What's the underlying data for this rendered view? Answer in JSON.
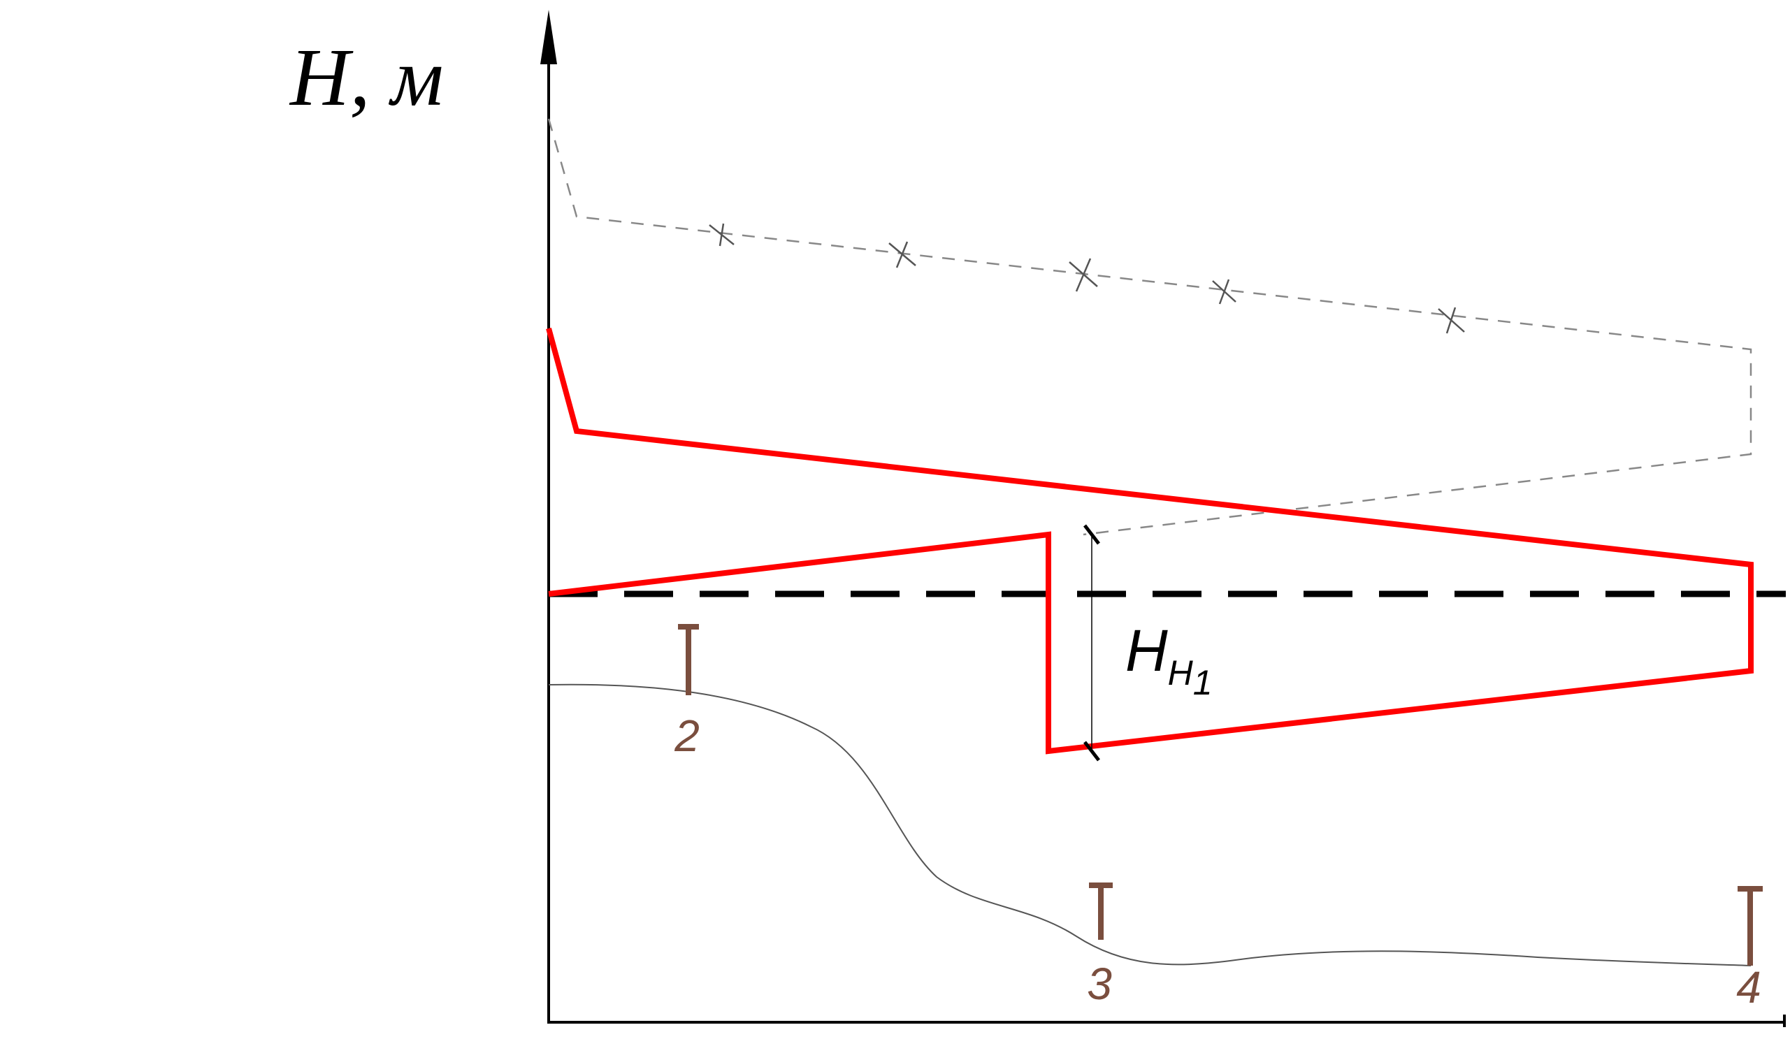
{
  "axis": {
    "y_title": "H, м"
  },
  "annotations": {
    "head_symbol": "H",
    "head_subscript": "Н",
    "head_subsubscript": "1"
  },
  "wells": [
    {
      "label": "2"
    },
    {
      "label": "3"
    },
    {
      "label": "4"
    }
  ],
  "colors": {
    "axis": "#000000",
    "head_line": "#ff0000",
    "static_level": "#000000",
    "terrain": "#555555",
    "dashed_profile": "#888888",
    "wells": "#7a4e3e"
  }
}
